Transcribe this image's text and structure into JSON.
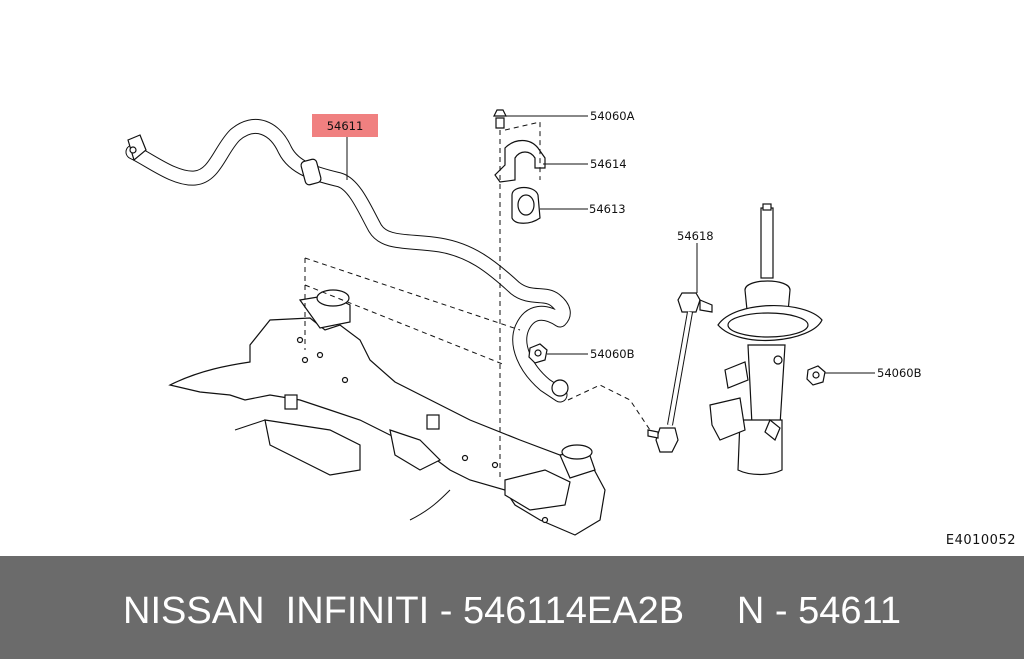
{
  "callouts": {
    "stabilizer": "54611",
    "bolt": "54060A",
    "clamp": "54614",
    "bushing": "54613",
    "link": "54618",
    "nut_left": "54060B",
    "nut_right": "54060B"
  },
  "highlight_color": "#f08080",
  "reference_code": "E4010052",
  "footer": {
    "text": "NISSAN  INFINITI - 546114EA2B     N - 54611"
  }
}
